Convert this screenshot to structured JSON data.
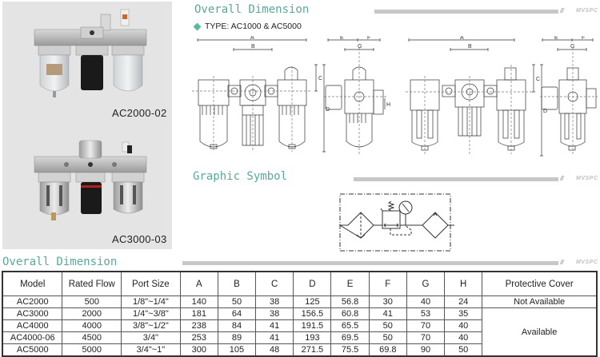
{
  "photos": [
    {
      "caption": "AC2000-02"
    },
    {
      "caption": "AC3000-03"
    }
  ],
  "sections": {
    "overall_dimension_title": "Overall Dimension",
    "graphic_symbol_title": "Graphic Symbol",
    "table_title": "Overall Dimension",
    "brand": "MVSPC",
    "brand_slashes": "///"
  },
  "type_label": "TYPE: AC1000 & AC5000",
  "dimension_labels": {
    "A": "A",
    "B": "B",
    "C": "C",
    "D": "D",
    "E": "E",
    "F": "F",
    "G": "G",
    "H": "H"
  },
  "colors": {
    "accent": "#5aa89a",
    "diamond": "#5db8a3",
    "rule": "#c7c7c7",
    "photo_bg": "#e4e4e4"
  },
  "table": {
    "headers": [
      "Model",
      "Rated Flow",
      "Port Size",
      "A",
      "B",
      "C",
      "D",
      "E",
      "F",
      "G",
      "H",
      "Protective Cover"
    ],
    "rows": [
      [
        "AC2000",
        "500",
        "1/8\"~1/4\"",
        "140",
        "50",
        "38",
        "125",
        "56.8",
        "30",
        "40",
        "24"
      ],
      [
        "AC3000",
        "2000",
        "1/4\"~3/8\"",
        "181",
        "64",
        "38",
        "156.5",
        "60.8",
        "41",
        "53",
        "35"
      ],
      [
        "AC4000",
        "4000",
        "3/8\"~1/2\"",
        "238",
        "84",
        "41",
        "191.5",
        "65.5",
        "50",
        "70",
        "40"
      ],
      [
        "AC4000-06",
        "4500",
        "3/4\"",
        "253",
        "89",
        "41",
        "193",
        "69.5",
        "50",
        "70",
        "40"
      ],
      [
        "AC5000",
        "5000",
        "3/4\"~1\"",
        "300",
        "105",
        "48",
        "271.5",
        "75.5",
        "69.8",
        "90",
        "50"
      ]
    ],
    "protective_cover": {
      "not_available": "Not Available",
      "available": "Available"
    }
  }
}
